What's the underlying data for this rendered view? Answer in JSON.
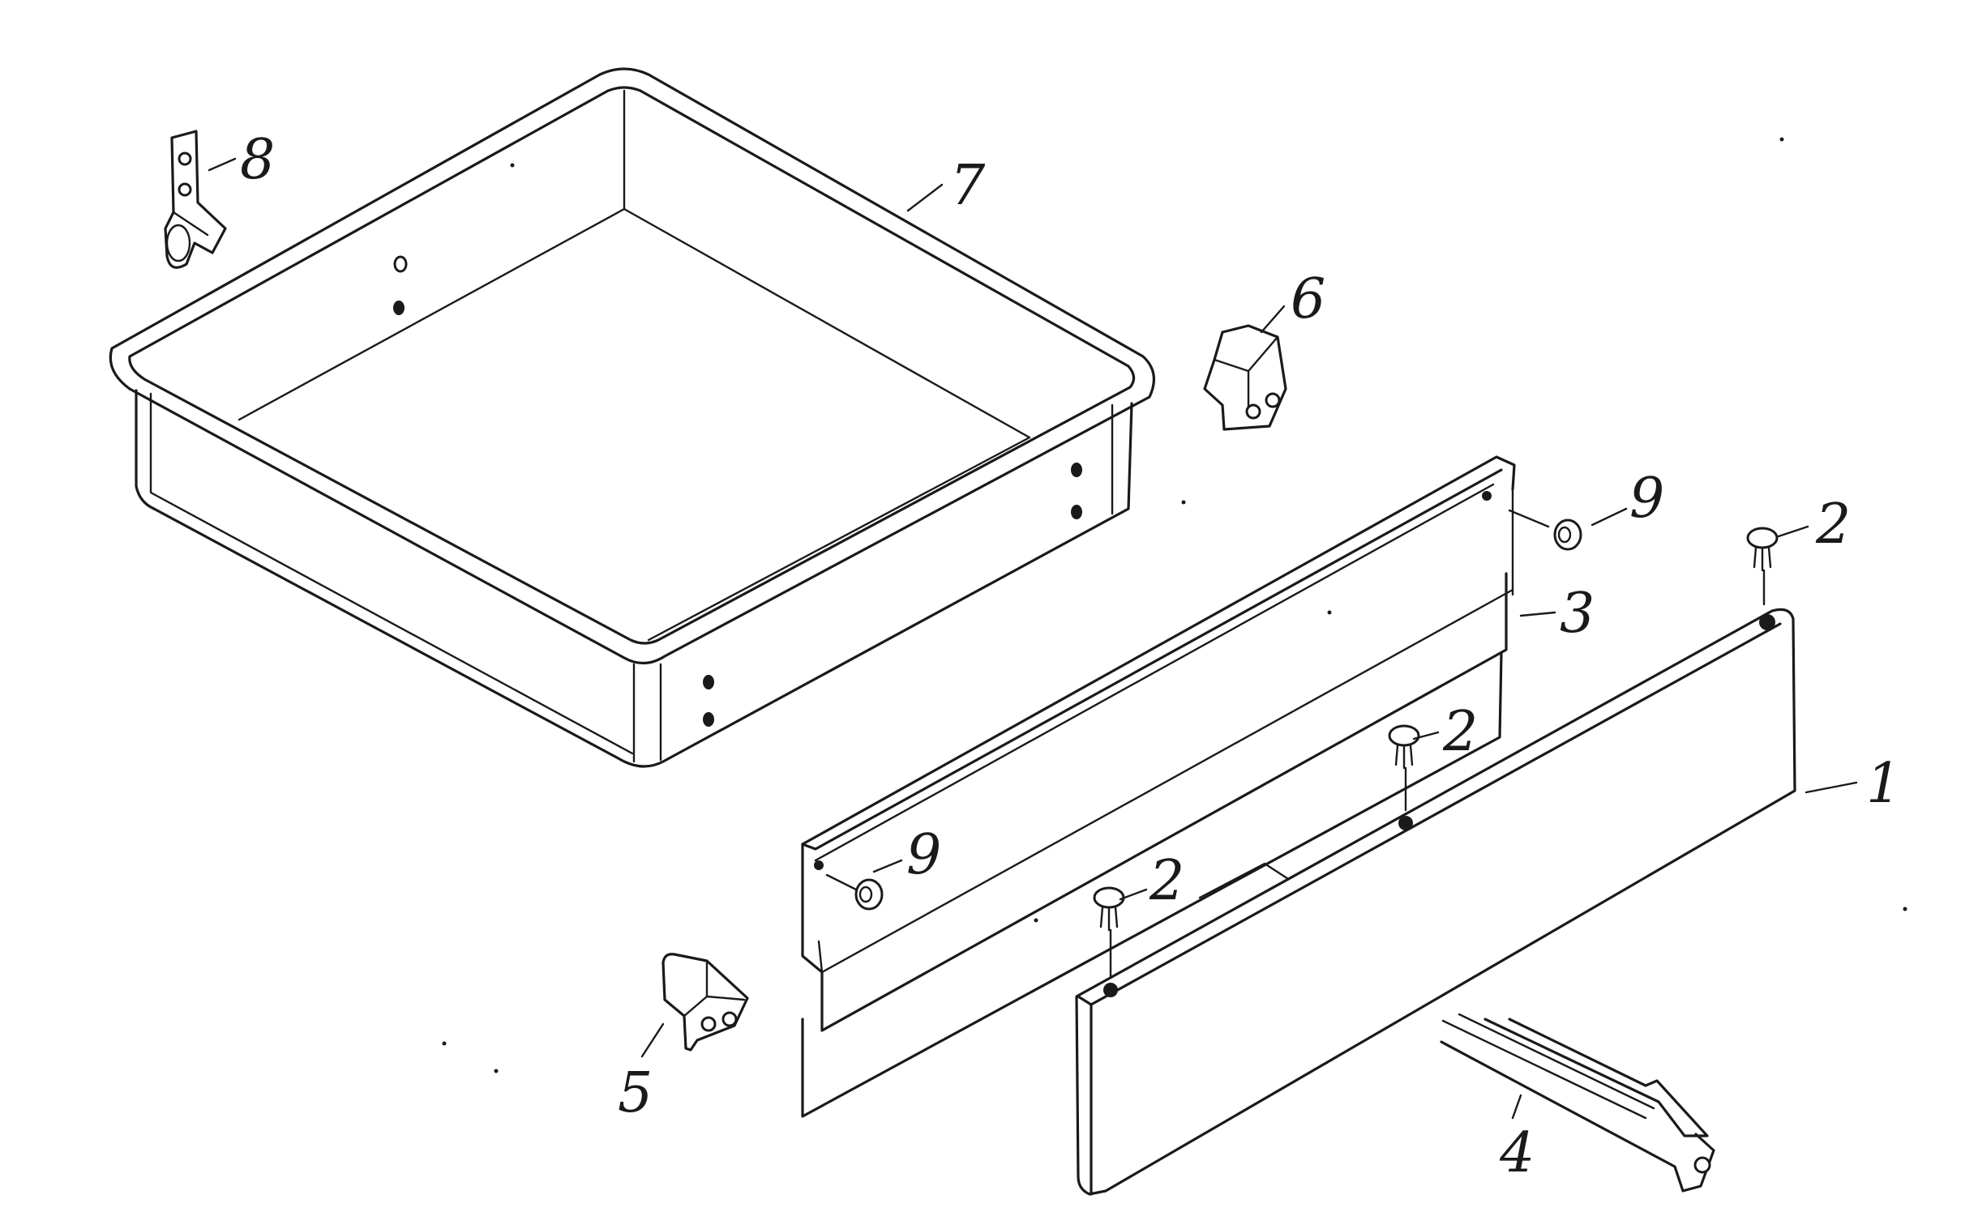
{
  "callouts": {
    "c1": "1",
    "c2a": "2",
    "c2b": "2",
    "c2c": "2",
    "c3": "3",
    "c4": "4",
    "c5": "5",
    "c6": "6",
    "c7": "7",
    "c8": "8",
    "c9a": "9",
    "c9b": "9"
  },
  "colors": {
    "ink": "#1a1a1a",
    "paper": "#ffffff"
  }
}
